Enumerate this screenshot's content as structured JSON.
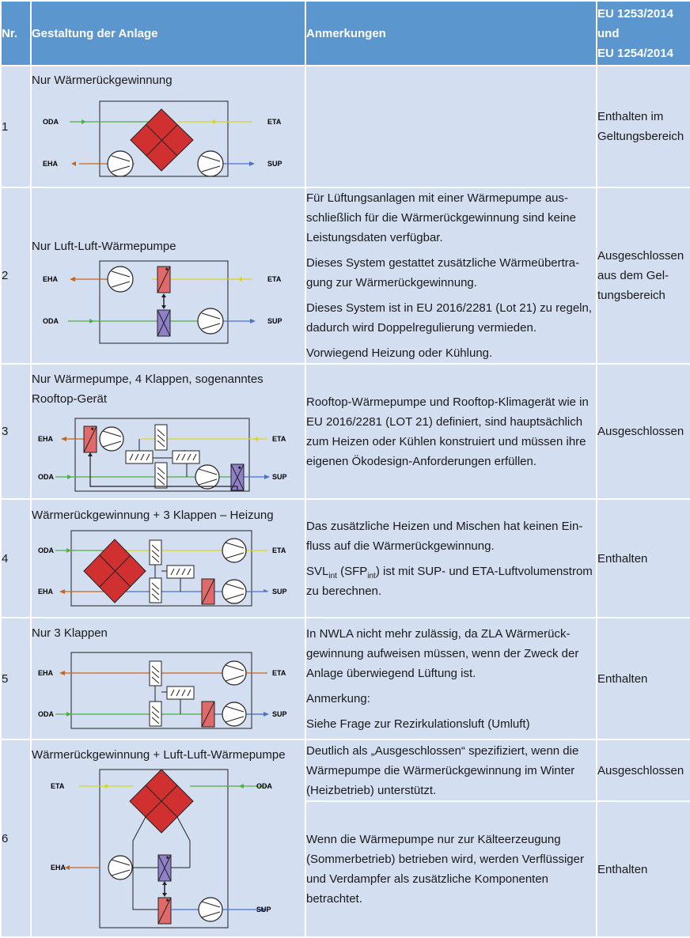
{
  "header": {
    "nr": "Nr.",
    "design": "Gestaltung der Anlage",
    "notes": "Anmerkungen",
    "regulation": [
      "EU 1253/2014",
      "und",
      "EU 1254/2014"
    ]
  },
  "rows": [
    {
      "nr": "1",
      "title": "Nur Wärmerückgewinnung",
      "diagram_labels": {
        "oda": "ODA",
        "eha": "EHA",
        "eta": "ETA",
        "sup": "SUP"
      },
      "notes": [],
      "scope": "Enthalten im Geltungsbereich"
    },
    {
      "nr": "2",
      "title": "Nur Luft-Luft-Wärmepumpe",
      "diagram_labels": {
        "eha": "EHA",
        "oda": "ODA",
        "eta": "ETA",
        "sup": "SUP"
      },
      "notes": [
        "Für Lüftungsanlagen mit einer Wärmepumpe aus­schließlich für die Wärmerückgewinnung sind keine Leistungsdaten verfügbar.",
        "Dieses System gestattet zusätzliche Wärmeübertra­gung zur Wärmerückgewinnung.",
        "Dieses System ist in EU 2016/2281 (Lot 21) zu regeln, dadurch wird Doppelregulierung vermieden.",
        "Vorwiegend Heizung oder Kühlung."
      ],
      "scope": "Ausgeschlossen aus dem Gel­tungsbereich"
    },
    {
      "nr": "3",
      "title": "Nur Wärmepumpe, 4 Klappen, sogenanntes Rooftop-Gerät",
      "diagram_labels": {
        "eha": "EHA",
        "oda": "ODA",
        "eta": "ETA",
        "sup": "SUP"
      },
      "notes": [
        "Rooftop-Wärmepumpe und Rooftop-Klimagerät wie in EU 2016/2281 (LOT 21) definiert, sind hauptsäch­lich zum Heizen oder Kühlen konstruiert und müssen ihre eigenen Ökodesign-Anforderungen erfüllen."
      ],
      "scope": "Ausgeschlossen"
    },
    {
      "nr": "4",
      "title": "Wärmerückgewinnung + 3 Klappen – Heizung",
      "diagram_labels": {
        "oda": "ODA",
        "eha": "EHA",
        "eta": "ETA",
        "sup": "SUP"
      },
      "notes_first": "Das zusätzliche Heizen und Mischen hat keinen Ein­fluss auf die Wärmerückgewinnung.",
      "notes_svl": {
        "svl": "SVL",
        "svl_sub": "int",
        "mid": " (SFP",
        "sfp_sub": "int",
        "rest": ") ist mit SUP- und ETA-Luftvolumenstrom zu berechnen."
      },
      "scope": "Enthalten"
    },
    {
      "nr": "5",
      "title": "Nur 3 Klappen",
      "diagram_labels": {
        "eha": "EHA",
        "oda": "ODA",
        "eta": "ETA",
        "sup": "SUP"
      },
      "notes": [
        "In NWLA nicht mehr zulässig, da ZLA Wärmerück­gewinnung aufweisen müssen, wenn der Zweck der Anlage überwiegend Lüftung ist.",
        "Anmerkung:",
        "Siehe Frage zur Rezirkulationsluft (Umluft)"
      ],
      "scope": "Enthalten"
    },
    {
      "nr": "6",
      "title": "Wärmerückgewinnung + Luft-Luft-Wärmepumpe",
      "diagram_labels": {
        "eta": "ETA",
        "oda": "ODA",
        "eha": "EHA",
        "sup": "SUP"
      },
      "notes_a": "Deutlich als „Ausgeschlossen“ spezifiziert, wenn die Wärmepumpe die Wärmerückgewinnung im Winter (Heizbetrieb) unterstützt.",
      "scope_a": "Ausgeschlossen",
      "notes_b": "Wenn die Wärmepumpe nur zur Kälteerzeugung (Sommerbetrieb) betrieben wird, werden Verflüssiger und Verdampfer als zusätzliche Komponenten betrachtet.",
      "scope_b": "Enthalten"
    }
  ],
  "colors": {
    "header_bg": "#5b96cf",
    "cell_bg": "#d3def0",
    "heat_exchanger": "#d03030",
    "condenser": "#e06a6a",
    "evaporator": "#8f80c8",
    "oda_line": "#4fae48",
    "eha_line": "#c8641e",
    "eta_line": "#d8d820",
    "sup_line": "#4a72c8"
  }
}
